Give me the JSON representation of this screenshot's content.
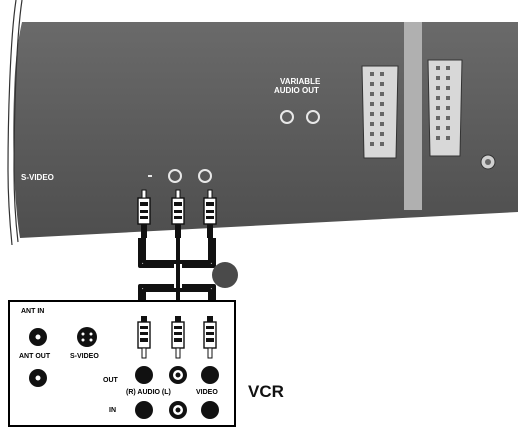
{
  "tv_panel": {
    "svideo_label": "S-VIDEO",
    "variable_audio_line1": "VARIABLE",
    "variable_audio_line2": "AUDIO OUT",
    "panel_color": "#5a5a5a",
    "jack_color": "#b8b8b8"
  },
  "cable": {
    "color": "#111111",
    "plug_color": "#ffffff",
    "connector_dot_color": "#4a4a4a"
  },
  "vcr": {
    "title": "VCR",
    "ant_in_label": "ANT IN",
    "ant_out_label": "ANT OUT",
    "svideo_label": "S-VIDEO",
    "out_label": "OUT",
    "in_label": "IN",
    "audio_label": "(R) AUDIO (L)",
    "video_label": "VIDEO",
    "box_color": "#ffffff",
    "border_color": "#000000"
  }
}
